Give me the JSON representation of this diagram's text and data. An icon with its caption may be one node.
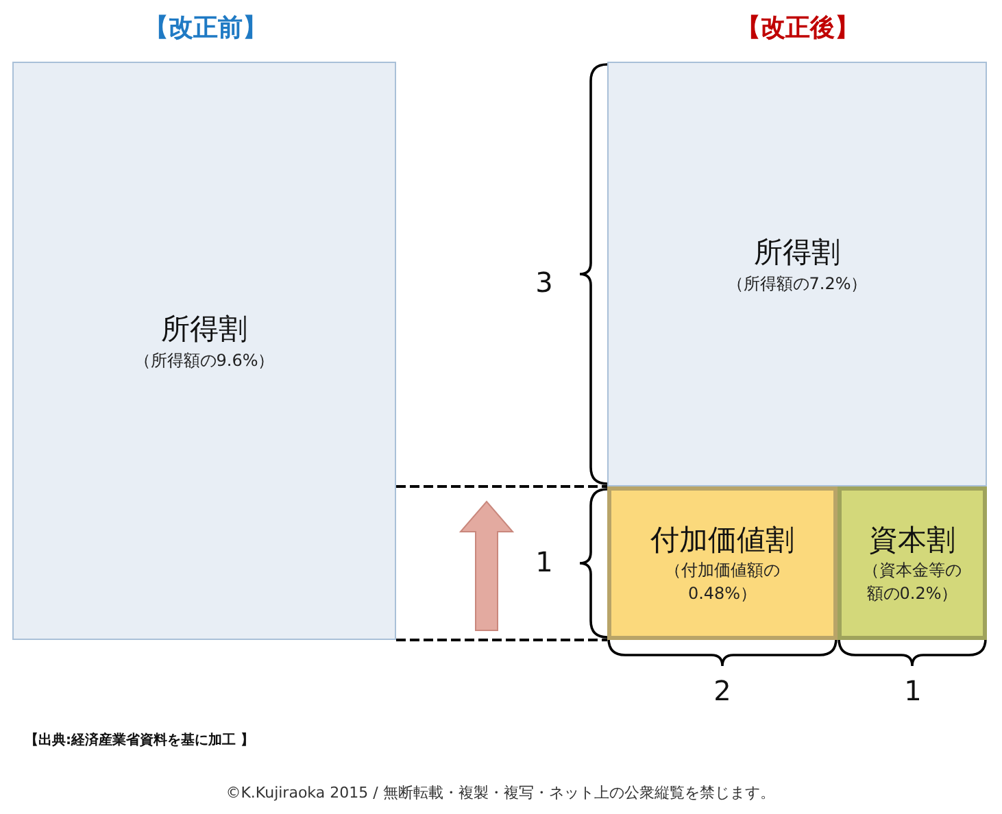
{
  "diagram": {
    "nodes": [
      {
        "text": [
          "所得割",
          "（所得額の9.6%）"
        ]
      },
      {
        "text": [
          "所得割",
          "（所得額の7.2%）"
        ]
      },
      {
        "text": [
          "付加価値割",
          "（付加価値額の0.48%）"
        ]
      },
      {
        "text": [
          "資本割",
          "（資本金等の額の0.2%）"
        ]
      }
    ],
    "labels": [
      "【改正前】",
      "【改正後】",
      "3",
      "1",
      "2",
      "1",
      "【出典:経済産業省資料を基に加工 】",
      "©K.Kujiraoka 2015 / 無断転載・複製・複写・ネット上の公衆縦覧を禁じます。"
    ]
  }
}
